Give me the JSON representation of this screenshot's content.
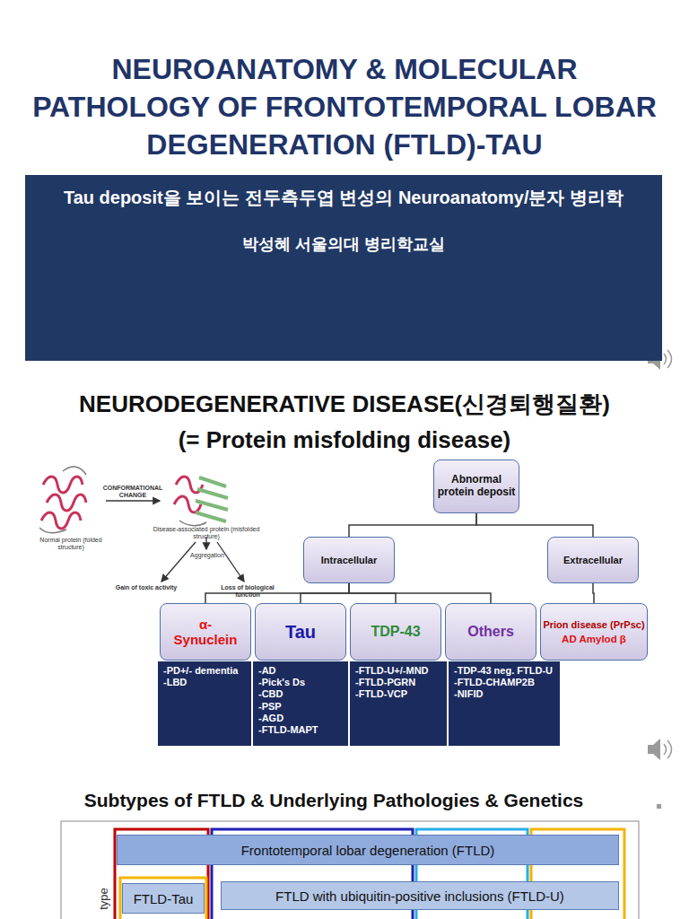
{
  "diagram": {
    "title": "NEUROANATOMY & MOLECULAR PATHOLOGY OF FRONTOTEMPORAL LOBAR DEGENERATION (FTLD)-TAU",
    "nodes": [
      {
        "text": [
          "Tau deposit을 보이는 전두측두엽 변성의 Neuroanatomy/분자 병리학",
          "박성혜 서울의대 병리학교실"
        ]
      },
      {
        "text": [
          "Abnormal protein deposit"
        ]
      },
      {
        "text": [
          "Intracellular"
        ]
      },
      {
        "text": [
          "Extracellular"
        ]
      },
      {
        "text": [
          "α- Synuclein"
        ]
      },
      {
        "text": [
          "Tau"
        ]
      },
      {
        "text": [
          "TDP-43"
        ]
      },
      {
        "text": [
          "Others"
        ]
      },
      {
        "text": [
          "Prion disease (PrPsc)",
          "AD Amylod β"
        ]
      },
      {
        "text": [
          "-PD+/- dementia",
          "-LBD"
        ]
      },
      {
        "text": [
          "-AD",
          "-Pick's Ds",
          "-CBD",
          "-PSP",
          "-AGD",
          "-FTLD-MAPT"
        ]
      },
      {
        "text": [
          "-FTLD-U+/-MND",
          "-FTLD-PGRN",
          "-FTLD-VCP"
        ]
      },
      {
        "text": [
          "-TDP-43 neg. FTLD-U",
          "-FTLD-CHAMP2B",
          "-NIFID"
        ]
      },
      {
        "text": [
          "Frontotemporal lobar degeneration (FTLD)"
        ]
      },
      {
        "text": [
          "FTLD with ubiquitin-positive inclusions (FTLD-U)"
        ]
      },
      {
        "text": [
          "FTLD-Tau"
        ]
      }
    ],
    "edges": [
      {
        "from": 1,
        "to": 2,
        "arrow": "none"
      },
      {
        "from": 1,
        "to": 3,
        "arrow": "none"
      },
      {
        "from": 2,
        "to": 4,
        "arrow": "none"
      },
      {
        "from": 2,
        "to": 5,
        "arrow": "none"
      },
      {
        "from": 2,
        "to": 6,
        "arrow": "none"
      },
      {
        "from": 2,
        "to": 7,
        "arrow": "none"
      },
      {
        "from": 3,
        "to": 8,
        "arrow": "none"
      }
    ],
    "labels": [
      "NEURODEGENERATIVE DISEASE(신경퇴행질환)",
      "(= Protein misfolding disease)",
      "CONFORMATIONAL CHANGE",
      "Normal protein (folded structure)",
      "Disease-associated protein (misfolded structure)",
      "Aggregation",
      "Gain of toxic activity",
      "Loss of biological function",
      "Subtypes of FTLD & Underlying Pathologies & Genetics",
      "type"
    ]
  }
}
